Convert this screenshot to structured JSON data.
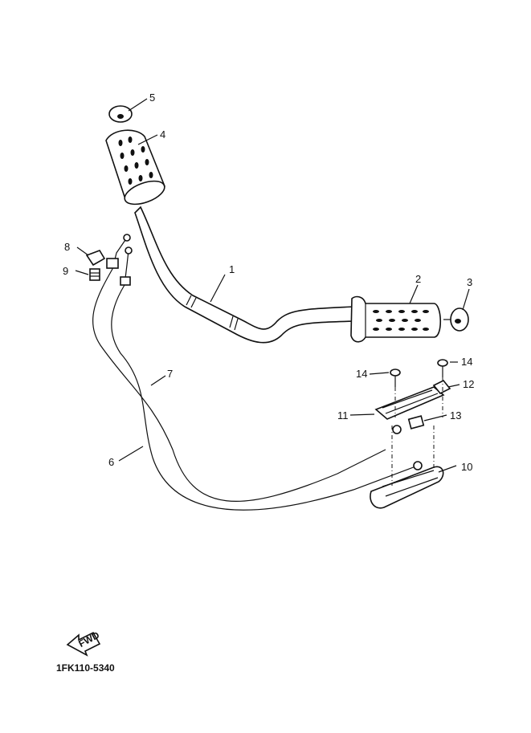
{
  "callouts": {
    "c1": "1",
    "c2": "2",
    "c3": "3",
    "c4": "4",
    "c5": "5",
    "c6": "6",
    "c7": "7",
    "c8": "8",
    "c9": "9",
    "c10": "10",
    "c11": "11",
    "c12": "12",
    "c13": "13",
    "c14a": "14",
    "c14b": "14"
  },
  "front_arrow": {
    "text": "FWD"
  },
  "figure_code": "1FK110-5340"
}
